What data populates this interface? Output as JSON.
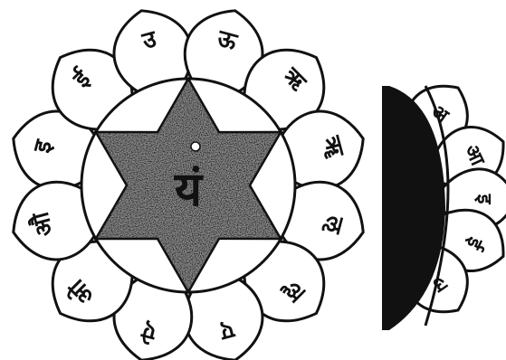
{
  "figure": {
    "left_diagram": {
      "outer_petals": [
        "इ",
        "ई",
        "उ",
        "ऊ",
        "ऋ",
        "ॠ",
        "ऌ",
        "ॡ",
        "ए",
        "ऐ",
        "ओ",
        "औ"
      ],
      "center_glyph": "यं"
    },
    "right_diagram": {
      "petal_glyphs": [
        "अ",
        "आ",
        "इ",
        "ई",
        "उ"
      ]
    },
    "ink_color": "#111111",
    "paper_color": "#ffffff"
  }
}
